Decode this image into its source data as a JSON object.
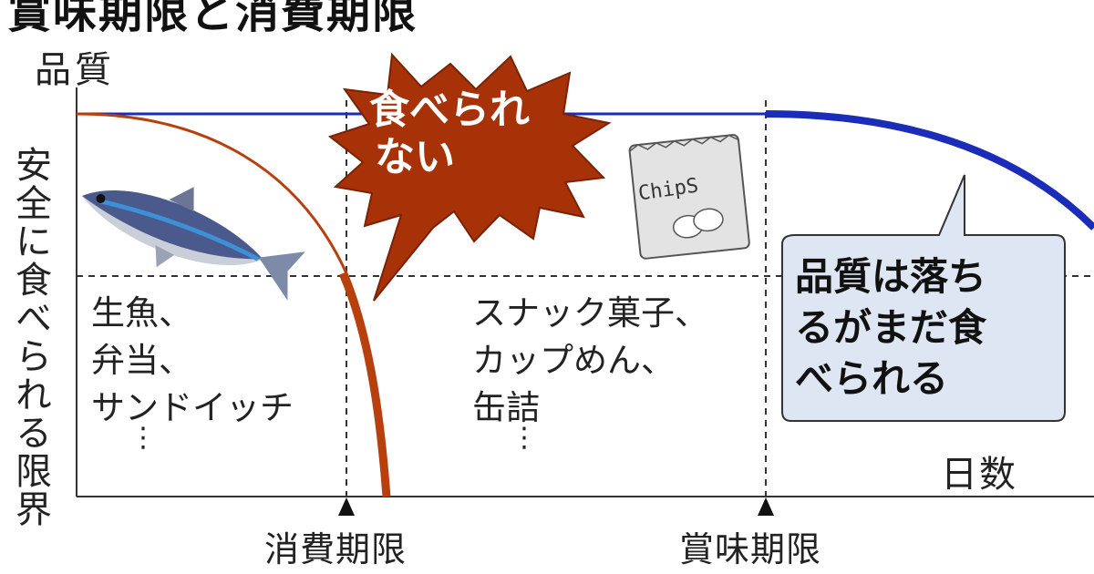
{
  "title": "賞味期限と消費期限",
  "y_axis_label": "品質",
  "safe_limit_label": "安全に食べられる限界",
  "x_axis_label": "日数",
  "tick_labels": {
    "consume_by": "消費期限",
    "best_before": "賞味期限"
  },
  "fresh_examples": {
    "items": [
      "生魚、",
      "弁当、",
      "サンドイッチ"
    ],
    "more": "⋮"
  },
  "shelf_examples": {
    "items": [
      "スナック菓子、",
      "カップめん、",
      "缶詰"
    ],
    "more": "⋮"
  },
  "burst_callout": {
    "lines": [
      "食べられ",
      "ない"
    ]
  },
  "quality_callout": {
    "lines": [
      "品質は落ち",
      "るがまだ食",
      "べられる"
    ]
  },
  "chips_text": "ChipS",
  "colors": {
    "shelf_curve": "#1a2cb8",
    "fresh_curve": "#b8400f",
    "burst_fill": "#a83208",
    "bubble_fill": "#dde6f2",
    "bubble_stroke": "#333333"
  },
  "icons": [
    "fish-icon",
    "chips-bag-icon"
  ]
}
